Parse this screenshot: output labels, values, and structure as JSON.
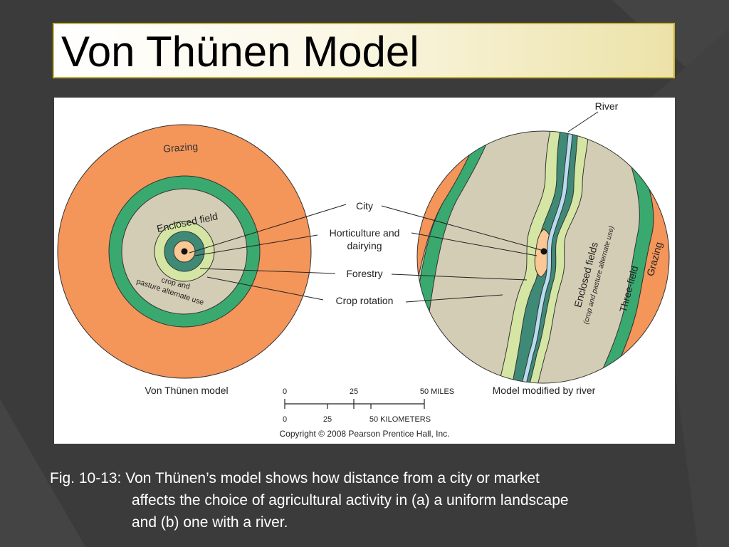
{
  "slide": {
    "title": "Von Thünen Model",
    "caption_line1": "Fig. 10-13: Von Thünen’s model shows how distance from a city or market",
    "caption_rest": "affects the choice of agricultural activity in (a) a uniform landscape and (b) one with a river."
  },
  "figure": {
    "zones": {
      "grazing": "Grazing",
      "enclosed_field": "Enclosed field",
      "crop_pasture_1": "crop and",
      "crop_pasture_2": "pasture alternate use"
    },
    "callouts": {
      "city": "City",
      "horticulture_1": "Horticulture and",
      "horticulture_2": "dairying",
      "forestry": "Forestry",
      "crop_rotation": "Crop rotation"
    },
    "river_model": {
      "river": "River",
      "enclosed_fields": "Enclosed fields",
      "enclosed_sub": "(crop and pasture alternate use)",
      "three_field": "Three-field",
      "grazing": "Grazing"
    },
    "captions": {
      "left": "Von Thünen model",
      "right": "Model modified by river"
    },
    "scale": {
      "miles_ticks": [
        "0",
        "25",
        "50 MILES"
      ],
      "km_ticks": [
        "0",
        "25",
        "50 KILOMETERS"
      ]
    },
    "copyright": "Copyright © 2008 Pearson Prentice Hall, Inc."
  },
  "colors": {
    "grazing": "#f4955a",
    "three_field": "#3aa96f",
    "enclosed": "#d4cdb5",
    "crop_rotation": "#d5e6a4",
    "forestry": "#3f8a77",
    "horticulture": "#f9c894",
    "river": "#b8dcef",
    "title_border": "#c8b23a"
  }
}
